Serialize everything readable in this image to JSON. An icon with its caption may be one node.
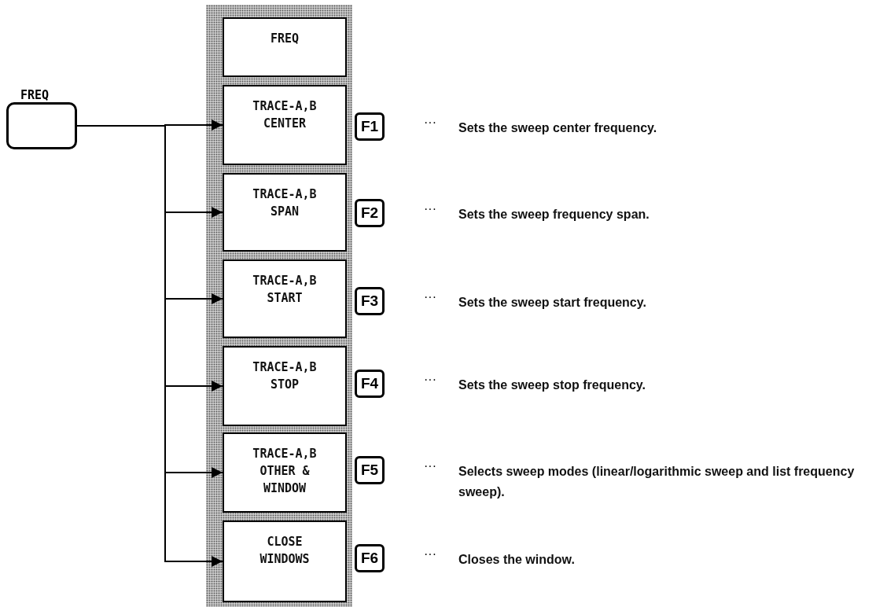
{
  "diagram": {
    "nodes": [
      {
        "text": [
          "FREQ"
        ]
      },
      {
        "text": [
          "FREQ"
        ]
      },
      {
        "text": [
          "TRACE-A,B CENTER"
        ]
      },
      {
        "text": [
          "F1"
        ],
        "beside": [
          "···",
          "Sets the sweep center frequency."
        ]
      },
      {
        "text": [
          "TRACE-A,B SPAN"
        ]
      },
      {
        "text": [
          "F2"
        ],
        "beside": [
          "···",
          "Sets the sweep frequency span."
        ]
      },
      {
        "text": [
          "TRACE-A,B START"
        ]
      },
      {
        "text": [
          "F3"
        ],
        "beside": [
          "···",
          "Sets the sweep start frequency."
        ]
      },
      {
        "text": [
          "TRACE-A,B STOP"
        ]
      },
      {
        "text": [
          "F4"
        ],
        "beside": [
          "···",
          "Sets the sweep stop frequency."
        ]
      },
      {
        "text": [
          "TRACE-A,B OTHER & WINDOW"
        ]
      },
      {
        "text": [
          "F5"
        ],
        "beside": [
          "···",
          "Selects sweep modes (linear/logarithmic sweep and list frequency sweep)."
        ]
      },
      {
        "text": [
          "CLOSE WINDOWS"
        ]
      },
      {
        "text": [
          "F6"
        ],
        "beside": [
          "···",
          "Closes the window."
        ]
      }
    ],
    "edges": [
      {
        "from": 0,
        "to": 2,
        "arrow": "to"
      },
      {
        "from": 0,
        "to": 4,
        "arrow": "to"
      },
      {
        "from": 0,
        "to": 6,
        "arrow": "to"
      },
      {
        "from": 0,
        "to": 8,
        "arrow": "to"
      },
      {
        "from": 0,
        "to": 10,
        "arrow": "to"
      },
      {
        "from": 0,
        "to": 12,
        "arrow": "to"
      }
    ]
  }
}
